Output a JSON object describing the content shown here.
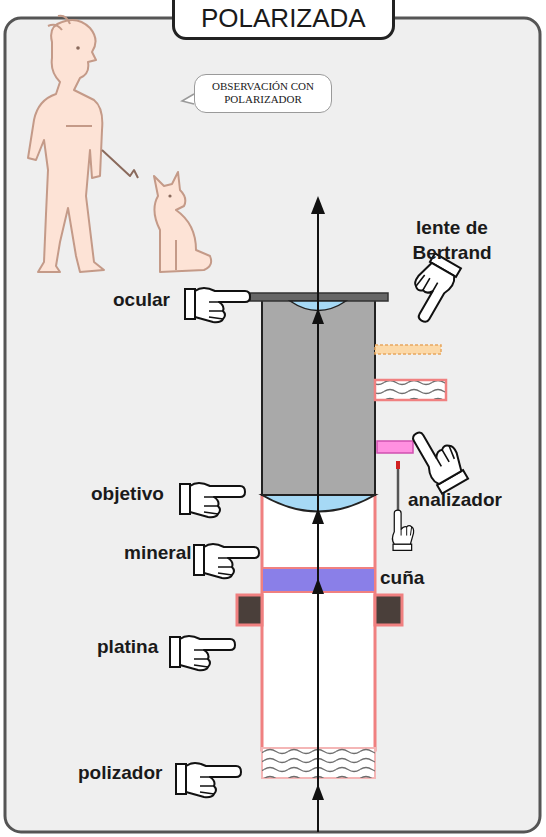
{
  "diagram": {
    "title": "POLARIZADA",
    "nodes": [
      {
        "text": [
          "OBSERVACIÓN CON POLARIZADOR"
        ]
      }
    ],
    "labels": [
      "lente de Bertrand",
      "ocular",
      "analizador",
      "objetivo",
      "mineral",
      "cuña",
      "platina",
      "polizador"
    ]
  }
}
